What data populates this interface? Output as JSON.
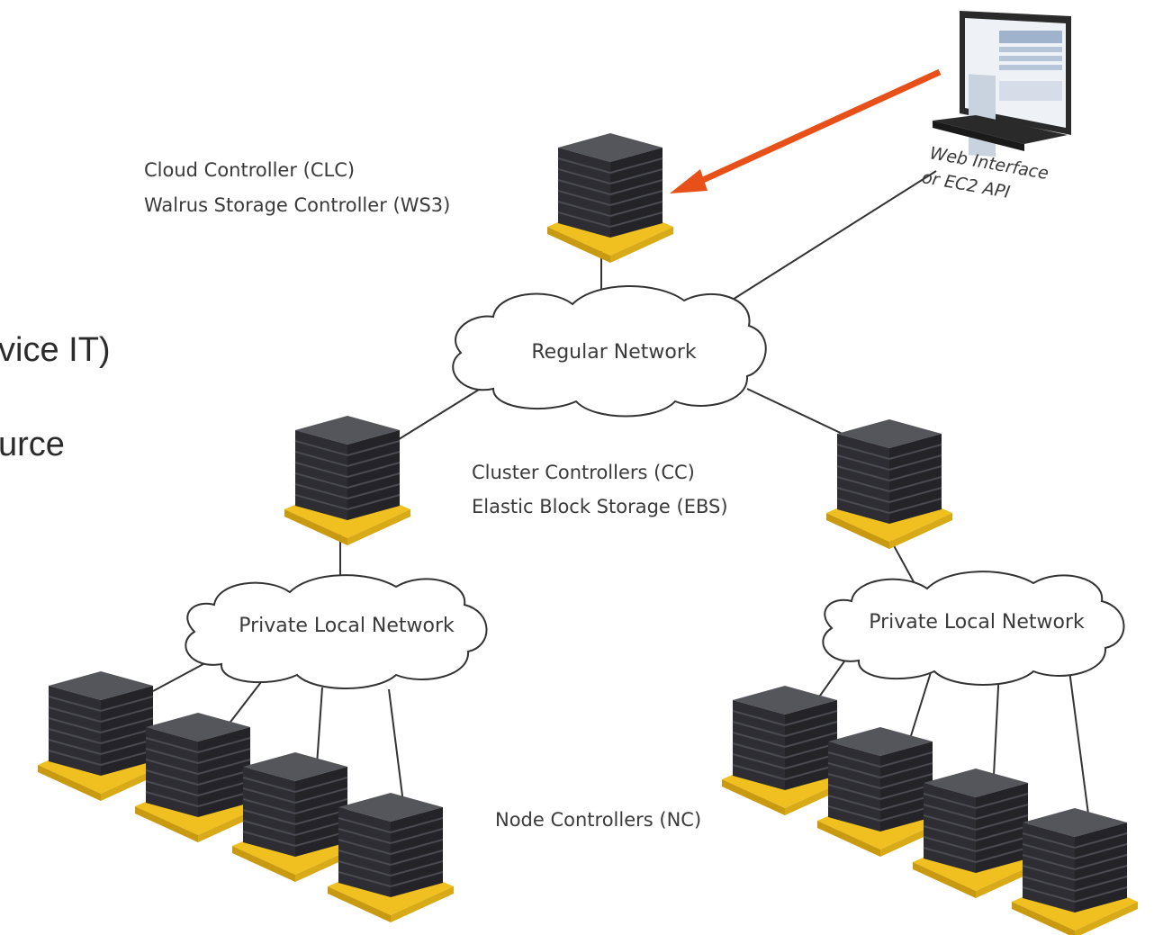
{
  "slide": {
    "fragment_1": "vice IT)",
    "fragment_2": "urce"
  },
  "diagram": {
    "clc_label_line1": "Cloud Controller (CLC)",
    "clc_label_line2": "Walrus Storage Controller (WS3)",
    "web_label_line1": "Web Interface",
    "web_label_line2": "or EC2 API",
    "regular_network": "Regular Network",
    "cc_label_line1": "Cluster Controllers (CC)",
    "cc_label_line2": "Elastic Block Storage (EBS)",
    "private_network_left": "Private Local Network",
    "private_network_right": "Private Local Network",
    "nc_label": "Node Controllers (NC)"
  },
  "colors": {
    "server_body": "#2d2d33",
    "server_top": "#55555c",
    "server_stripe": "#4a4a52",
    "server_base": "#f0c020",
    "arrow": "#e8501a",
    "line": "#333333",
    "cloud_stroke": "#333333"
  }
}
